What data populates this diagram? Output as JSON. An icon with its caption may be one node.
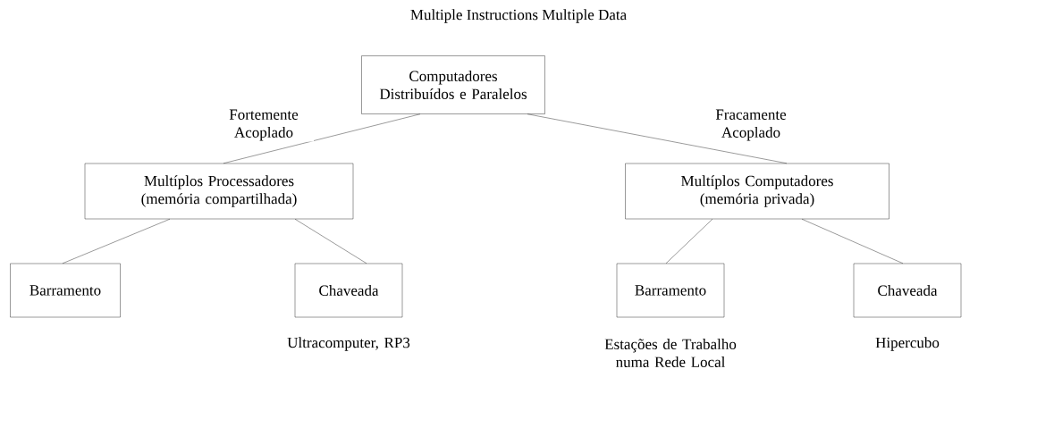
{
  "diagram": {
    "title": "Multiple Instructions Multiple Data",
    "nodes": [
      {
        "text": [
          "Computadores Distribuídos e Paralelos"
        ]
      },
      {
        "text": [
          "Multíplos Processadores (memória compartilhada)"
        ]
      },
      {
        "text": [
          "Multíplos Computadores (memória privada)"
        ]
      },
      {
        "text": [
          "Barramento"
        ]
      },
      {
        "text": [
          "Chaveada"
        ],
        "beside": [
          "Ultracomputer, RP3"
        ]
      },
      {
        "text": [
          "Barramento"
        ],
        "beside": [
          "Estações de Trabalho numa Rede Local"
        ]
      },
      {
        "text": [
          "Chaveada"
        ],
        "beside": [
          "Hipercubo"
        ]
      }
    ],
    "edges": [
      {
        "from": 0,
        "to": 1,
        "arrow": "none",
        "label": "Fortemente Acoplado"
      },
      {
        "from": 0,
        "to": 2,
        "arrow": "none",
        "label": "Fracamente Acoplado"
      },
      {
        "from": 1,
        "to": 3,
        "arrow": "none"
      },
      {
        "from": 1,
        "to": 4,
        "arrow": "none"
      },
      {
        "from": 2,
        "to": 5,
        "arrow": "none"
      },
      {
        "from": 2,
        "to": 6,
        "arrow": "none"
      }
    ]
  }
}
